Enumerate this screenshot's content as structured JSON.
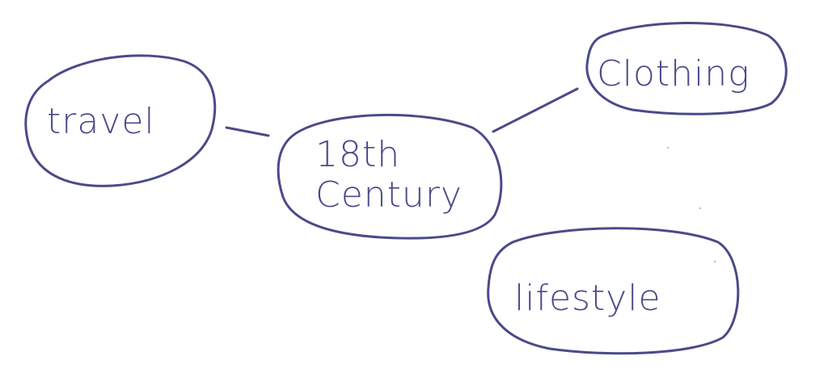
{
  "diagram": {
    "ink_color": "#4b4a8a",
    "background": "#ffffff",
    "nodes": {
      "travel": {
        "label": "travel"
      },
      "century_line1": {
        "label": "18th"
      },
      "century_line2": {
        "label": "Century"
      },
      "clothing": {
        "label": "Clothing"
      },
      "lifestyle": {
        "label": "lifestyle"
      }
    },
    "edges": [
      {
        "from": "travel",
        "to": "18th Century"
      },
      {
        "from": "18th Century",
        "to": "Clothing"
      }
    ]
  }
}
